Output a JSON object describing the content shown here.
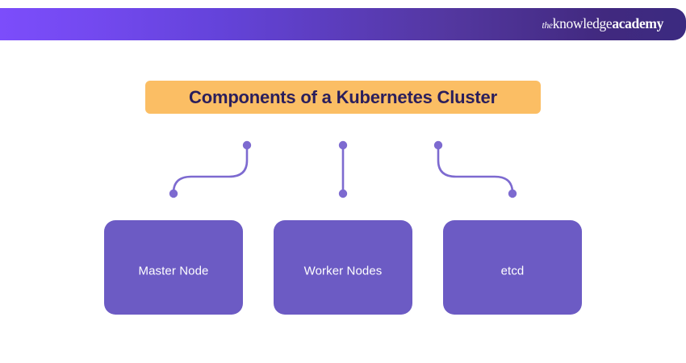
{
  "header": {
    "gradient_start": "#7c4dfb",
    "gradient_end": "#3b2a80",
    "logo": {
      "prefix": "the",
      "word_regular": "knowledge",
      "word_bold": "academy",
      "full_text": "theknowledgeacademy"
    }
  },
  "title": {
    "text": "Components of a Kubernetes Cluster",
    "background_color": "#fbbe64",
    "text_color": "#2a1e5c"
  },
  "diagram": {
    "node_color": "#6c5bc4",
    "node_label_color": "#ffffff",
    "connector_color": "#7d6ad0",
    "nodes": [
      {
        "label": "Master Node"
      },
      {
        "label": "Worker Nodes"
      },
      {
        "label": "etcd"
      }
    ],
    "connectors": [
      {
        "name": "connector-master-node",
        "shape": "s-curve-left"
      },
      {
        "name": "connector-worker-nodes",
        "shape": "straight-vertical"
      },
      {
        "name": "connector-etcd",
        "shape": "s-curve-right"
      }
    ]
  }
}
